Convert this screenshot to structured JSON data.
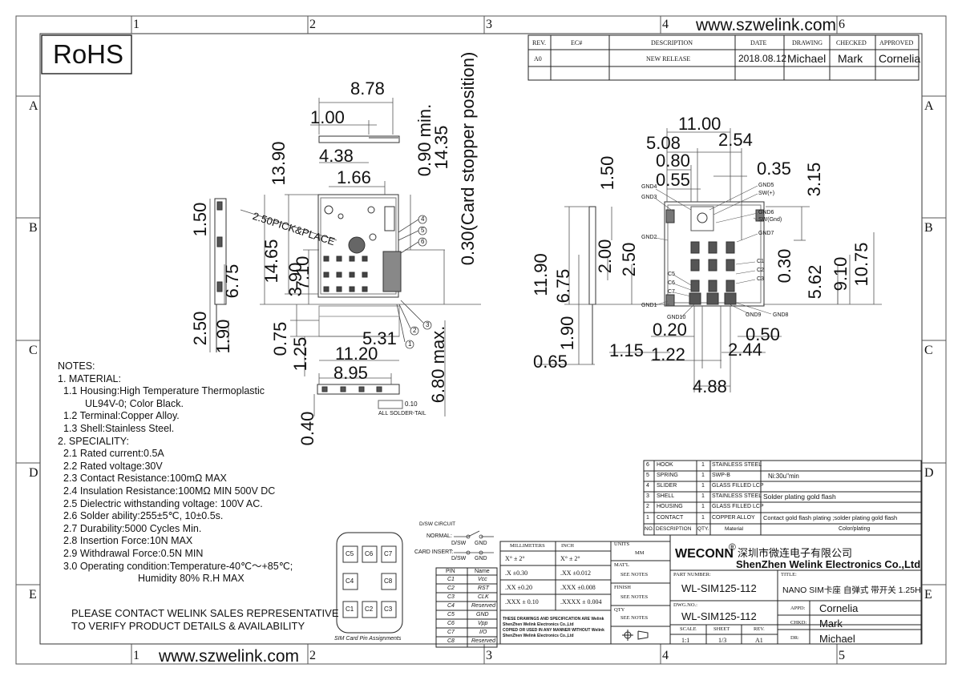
{
  "website": "www.szwelink.com",
  "rohs": "RoHS",
  "zones": {
    "columns": [
      "1",
      "2",
      "3",
      "4",
      "5",
      "6"
    ],
    "rows": [
      "A",
      "B",
      "C",
      "D",
      "E"
    ]
  },
  "revision": {
    "headers": [
      "REV.",
      "EC#",
      "DESCRIPTION",
      "DATE",
      "DRAWING",
      "CHECKED",
      "APPROVED"
    ],
    "row": [
      "A0",
      "",
      "NEW RELEASE",
      "2018.08.12",
      "Michael",
      "Mark",
      "Cornelia"
    ]
  },
  "front_view_dims": {
    "d_8_78": "8.78",
    "d_1_00": "1.00",
    "d_4_38": "4.38",
    "d_1_66": "1.66",
    "d_13_90": "13.90",
    "d_0_90min": "0.90 min.",
    "d_14_35": "14.35",
    "d_card_stopper": "0.30(Card stopper position)",
    "d_14_65": "14.65",
    "d_3_90": "3.90",
    "d_7_10": "7.10",
    "d_0_75": "0.75",
    "d_1_25": "1.25",
    "d_5_31": "5.31",
    "d_11_20": "11.20",
    "d_8_95": "8.95",
    "d_6_80max": "6.80 max.",
    "d_0_40": "0.40",
    "pick_place": "2.50PICK&PLACE",
    "solder_tail_value": "0.10",
    "solder_tail_label": "ALL SOLDER-TAIL",
    "balloons": [
      "1",
      "2",
      "3",
      "4",
      "5",
      "6"
    ]
  },
  "side_view_dims": {
    "d_1_50": "1.50",
    "d_6_75": "6.75",
    "d_2_50": "2.50",
    "d_1_90": "1.90"
  },
  "right_view_dims": {
    "d_11_00": "11.00",
    "d_5_08": "5.08",
    "d_2_54": "2.54",
    "d_0_80": "0.80",
    "d_0_55": "0.55",
    "d_0_35": "0.35",
    "d_3_15": "3.15",
    "d_1_50": "1.50",
    "d_11_90": "11.90",
    "d_6_75": "6.75",
    "d_2_00": "2.00",
    "d_2_50": "2.50",
    "d_0_30": "0.30",
    "d_5_62": "5.62",
    "d_9_10": "9.10",
    "d_10_75": "10.75",
    "d_1_90": "1.90",
    "d_0_20": "0.20",
    "d_0_50": "0.50",
    "d_0_65": "0.65",
    "d_1_15": "1.15",
    "d_1_22": "1.22",
    "d_2_44": "2.44",
    "d_4_88": "4.88",
    "pins": {
      "gnd4": "GND4",
      "gnd3": "GND3",
      "gnd2": "GND2",
      "gnd1": "GND1",
      "gnd5": "GND5",
      "sw_plus": "SW(+)",
      "gnd6": "GND6",
      "sw_gnd": "SW(Gnd)",
      "gnd7": "GND7",
      "c1": "C1",
      "c2": "C2",
      "c3": "C3",
      "c5": "C5",
      "c6": "C6",
      "c7": "C7",
      "gnd8": "GND8",
      "gnd9": "GND9",
      "gnd10": "GND10"
    }
  },
  "notes": {
    "title": "NOTES:",
    "lines": [
      "1. MATERIAL:",
      "1.1 Housing:High Temperature Thermoplastic",
      "UL94V-0; Color Black.",
      "1.2 Terminal:Copper Alloy.",
      "1.3 Shell:Stainless Steel.",
      "2. SPECIALITY:",
      "2.1 Rated current:0.5A",
      "2.2 Rated voltage:30V",
      "2.3 Contact Resistance:100mΩ MAX",
      "2.4 Insulation Resistance:100MΩ MIN 500V DC",
      "2.5 Dielectric withstanding voltage: 100V AC.",
      "2.6 Solder ability:255±5℃,  10±0.5s.",
      "2.7 Durability:5000 Cycles Min.",
      "2.8 Insertion Force:10N MAX",
      "2.9 Withdrawal Force:0.5N MIN",
      "3.0 Operating condition:Temperature-40℃～+85℃;",
      "Humidity 80% R.H MAX"
    ],
    "contact_line1": "PLEASE CONTACT WELINK SALES REPRESENTATIVE",
    "contact_line2": "TO VERIFY PRODUCT DETAILS & AVAILABILITY"
  },
  "sim_card": {
    "pads": [
      "C5",
      "C6",
      "C7",
      "C4",
      "C8",
      "C1",
      "C2",
      "C3"
    ],
    "caption": "SIM Card Pin Assignments"
  },
  "dsw_circuit": {
    "title": "D/SW CIRCUIT",
    "normal": "NORMAL:",
    "card_insert": "CARD INSERT:",
    "dsw": "D/SW",
    "gnd": "GND"
  },
  "pin_table": {
    "headers": [
      "PIN",
      "Name"
    ],
    "rows": [
      [
        "C1",
        "Vcc"
      ],
      [
        "C2",
        "RST"
      ],
      [
        "C3",
        "CLK"
      ],
      [
        "C4",
        "Reserved"
      ],
      [
        "C5",
        "GND"
      ],
      [
        "C6",
        "Vpp"
      ],
      [
        "C7",
        "I/O"
      ],
      [
        "C8",
        "Reserved"
      ]
    ]
  },
  "tolerances": {
    "millimeters": "MILLIMETERS",
    "inch": "INCH",
    "rows": [
      [
        "X° ± 2°",
        "X° ± 2°"
      ],
      [
        ".X ±0.30",
        ".XX ±0.012"
      ],
      [
        ".XX ±0.20",
        ".XXX ±0.008"
      ],
      [
        ".XXX ± 0.10",
        ".XXXX ± 0.004"
      ]
    ],
    "notice": [
      "THESE DRAWINGS AND SPECIFICATION ARE Welink",
      "ShenZhen Welink Electronics Co.,Ltd",
      "COPIED OR USED IN ANY MANNER WITHOUT Welink",
      "ShenZhen Welink Electronics Co.,Ltd"
    ]
  },
  "units": {
    "units_label": "UNITS",
    "units_value": "MM",
    "matl_label": "MAT'L",
    "matl_value": "SEE NOTES",
    "finish_label": "FINISH",
    "finish_value": "SEE NOTES",
    "qty_label": "QTY",
    "qty_value": "SEE NOTES"
  },
  "bom": {
    "headers": [
      "NO.",
      "DESCRIPTION",
      "QTY.",
      "Material",
      "Color/plating"
    ],
    "rows": [
      [
        "6",
        "HOOK",
        "1",
        "STAINLESS STEEL",
        ""
      ],
      [
        "5",
        "SPRING",
        "1",
        "SWP-B",
        "Ni:30u\"min"
      ],
      [
        "4",
        "SLIDER",
        "1",
        "GLASS FILLED LCP",
        ""
      ],
      [
        "3",
        "SHELL",
        "1",
        "STAINLESS STEEL",
        "Solder plating gold flash"
      ],
      [
        "2",
        "HOUSING",
        "1",
        "GLASS FILLED LCP",
        ""
      ],
      [
        "1",
        "CONTACT",
        "1",
        "COPPER ALLOY",
        "Contact gold flash plating ;solder plating gold flash"
      ]
    ]
  },
  "title_block": {
    "brand": "WECONN",
    "registered": "®",
    "company_cn": "深圳市微连电子有限公司",
    "company_en": "ShenZhen Welink Electronics Co.,Ltd",
    "part_label": "PART NUMBER:",
    "part_number": "WL-SIM125-112",
    "title_label": "TITLE:",
    "title": "NANO SIM卡座 自弹式 带开关 1.25H",
    "dwg_label": "DWG.NO.:",
    "dwg_number": "WL-SIM125-112",
    "scale_label": "SCALE",
    "scale": "1:1",
    "sheet_label": "SHEET",
    "sheet": "1/3",
    "rev_label": "REV.",
    "rev": "A1",
    "appd_label": "APPD:",
    "appd": "Cornelia",
    "chkd_label": "CHKD:",
    "chkd": "Mark",
    "dr_label": "DR:",
    "dr": "Michael"
  }
}
